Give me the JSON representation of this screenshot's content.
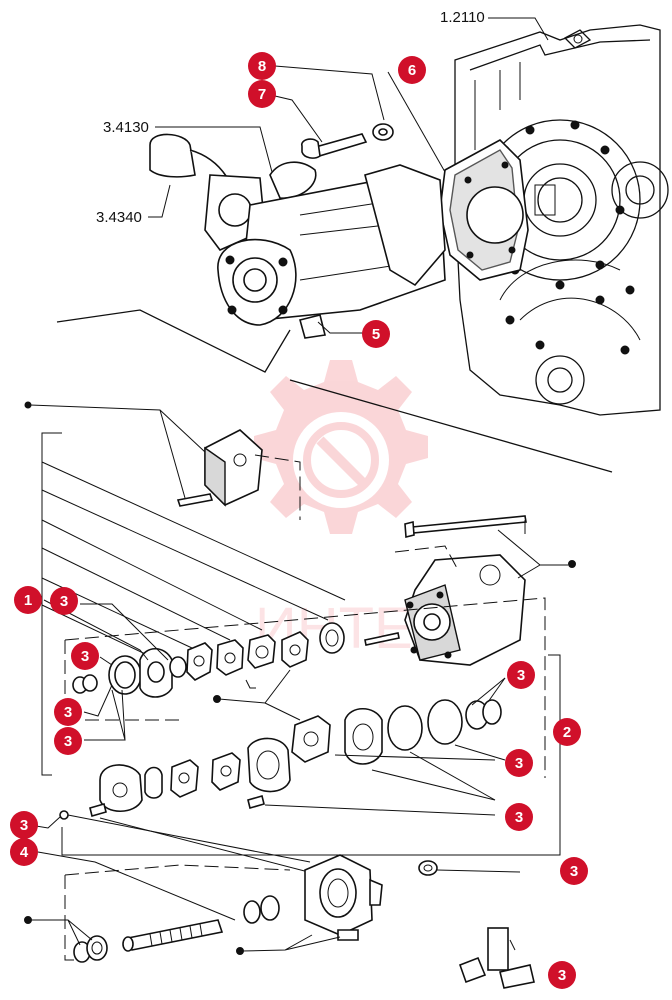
{
  "reference_labels": {
    "housing": "1.2110",
    "pipe_upper": "3.4130",
    "pipe_lower": "3.4340"
  },
  "watermark": {
    "text": "ИНТЕХ",
    "color": "#e8222f"
  },
  "callouts": {
    "b8": "8",
    "b7": "7",
    "b6": "6",
    "b5": "5",
    "b1": "1",
    "b3a": "3",
    "b3b": "3",
    "b3c": "3",
    "b3d": "3",
    "b3e": "3",
    "b2": "2",
    "b3f": "3",
    "b3g": "3",
    "b3h": "3",
    "b3i": "3",
    "b4": "4",
    "b3j": "3"
  },
  "colors": {
    "badge": "#d0102a",
    "ink": "#111111"
  }
}
